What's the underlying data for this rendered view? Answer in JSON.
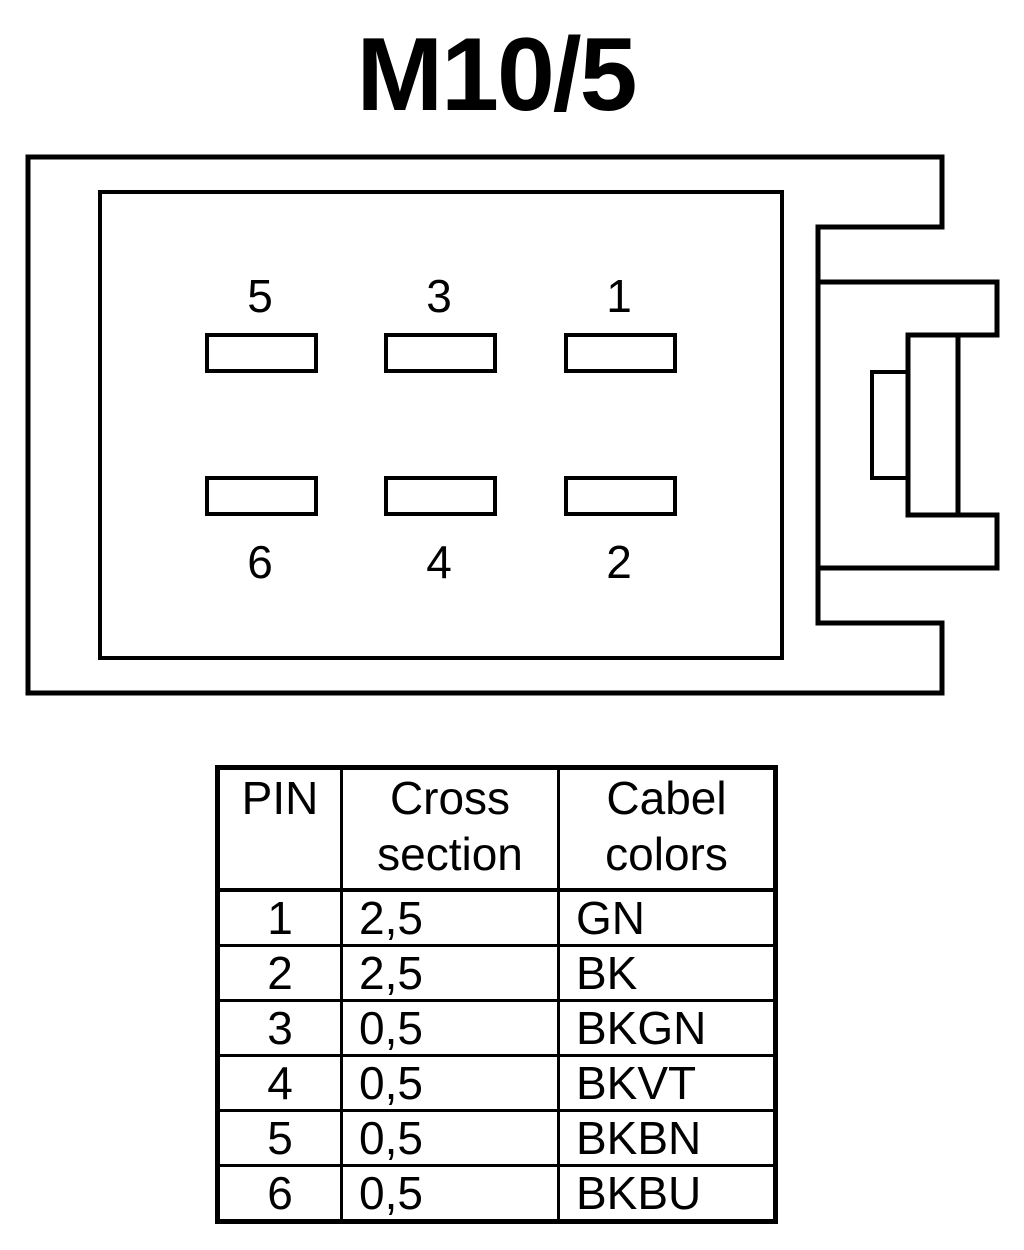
{
  "title": "M10/5",
  "connector": {
    "top_row_labels": [
      "5",
      "3",
      "1"
    ],
    "bottom_row_labels": [
      "6",
      "4",
      "2"
    ]
  },
  "table": {
    "headers": {
      "pin": "PIN",
      "cross_section": [
        "Cross",
        "section"
      ],
      "cable_colors": [
        "Cabel",
        "colors"
      ]
    },
    "rows": [
      {
        "pin": "1",
        "cross_section": "2,5",
        "color": "GN"
      },
      {
        "pin": "2",
        "cross_section": "2,5",
        "color": "BK"
      },
      {
        "pin": "3",
        "cross_section": "0,5",
        "color": "BKGN"
      },
      {
        "pin": "4",
        "cross_section": "0,5",
        "color": "BKVT"
      },
      {
        "pin": "5",
        "cross_section": "0,5",
        "color": "BKBN"
      },
      {
        "pin": "6",
        "cross_section": "0,5",
        "color": "BKBU"
      }
    ]
  }
}
